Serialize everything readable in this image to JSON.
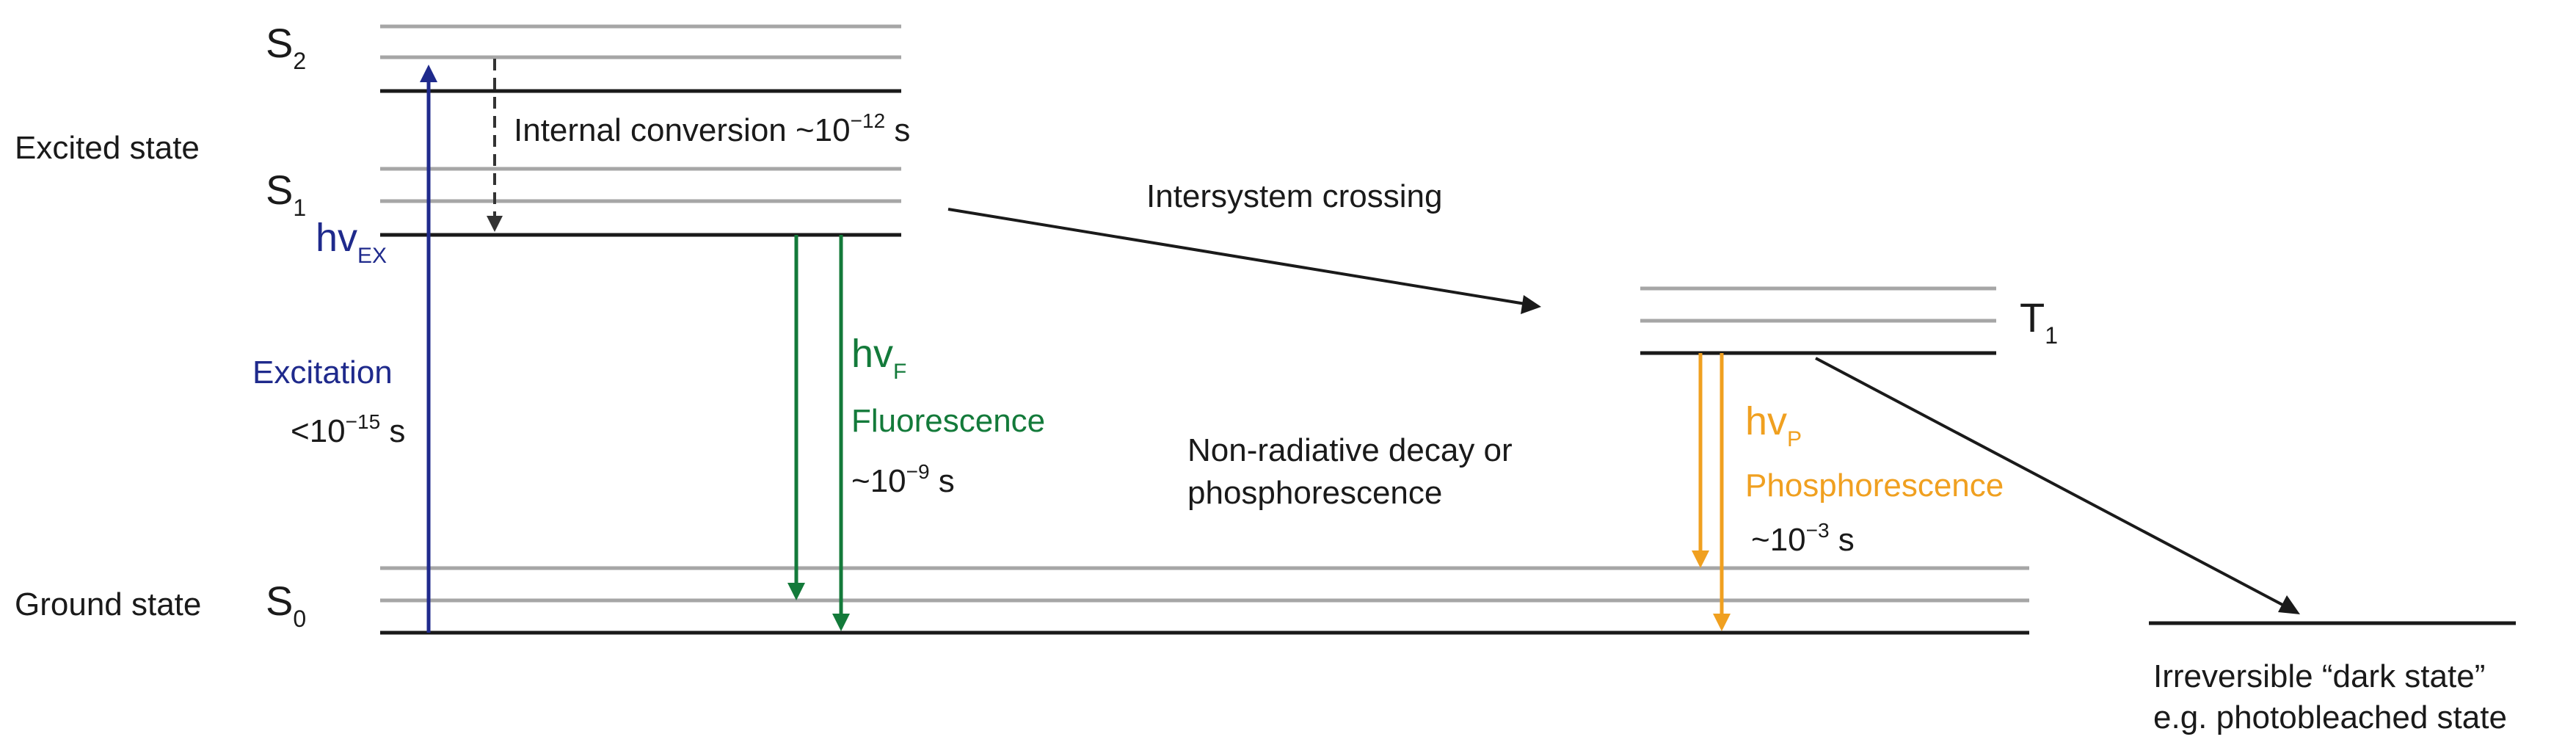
{
  "colors": {
    "black": "#1a1a1a",
    "gray": "#a6a6a6",
    "excitation": "#1f2a8c",
    "fluorescence": "#137a3a",
    "phosphorescence": "#f0a020"
  },
  "labels": {
    "excited_state": "Excited state",
    "ground_state": "Ground state",
    "s2": {
      "main": "S",
      "sub": "2"
    },
    "s1": {
      "main": "S",
      "sub": "1"
    },
    "s0": {
      "main": "S",
      "sub": "0"
    },
    "t1": {
      "main": "T",
      "sub": "1"
    },
    "hv_ex": {
      "main": "hv",
      "sub": "EX"
    },
    "hv_f": {
      "main": "hv",
      "sub": "F"
    },
    "hv_p": {
      "main": "hv",
      "sub": "P"
    },
    "excitation": "Excitation",
    "excitation_time": {
      "pre": "<10",
      "exp": "−15",
      "post": " s"
    },
    "internal_conversion": {
      "pre": "Internal conversion  ~10",
      "exp": "−12",
      "post": " s"
    },
    "intersystem_crossing": "Intersystem crossing",
    "fluorescence": "Fluorescence",
    "fluorescence_time": {
      "pre": "~10",
      "exp": "−9",
      "post": " s"
    },
    "nonradiative_line1": "Non-radiative decay or",
    "nonradiative_line2": "phosphorescence",
    "phosphorescence": "Phosphorescence",
    "phosphorescence_time": {
      "pre": "~10",
      "exp": "−3",
      "post": " s"
    },
    "dark_state_line1": "Irreversible “dark state”",
    "dark_state_line2": "e.g. photobleached state"
  }
}
